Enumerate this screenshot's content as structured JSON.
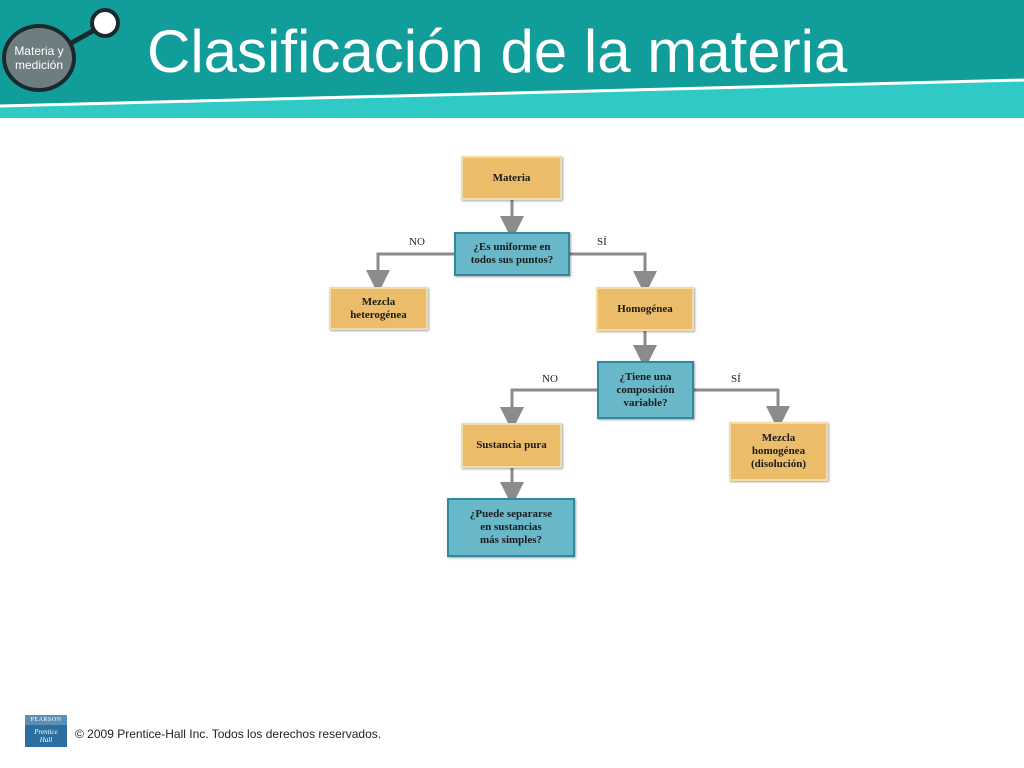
{
  "header": {
    "title": "Clasificación de la materia",
    "badge": "Materia y\nmedición",
    "colors": {
      "band": "#119d9a",
      "accent": "#2fc9c6"
    }
  },
  "diagram": {
    "nodes": {
      "materia": "Materia",
      "uniforme": "¿Es uniforme en\ntodos sus puntos?",
      "heterogenea": "Mezcla\nheterogénea",
      "homogenea": "Homogénea",
      "composicion": "¿Tiene una\ncomposición\nvariable?",
      "sustancia": "Sustancia pura",
      "disolucion": "Mezcla\nhomogénea\n(disolución)",
      "separarse": "¿Puede separarse\nen sustancias\nmás simples?"
    },
    "labels": {
      "no1": "NO",
      "si1": "SÍ",
      "no2": "NO",
      "si2": "SÍ"
    }
  },
  "footer": {
    "logo_top": "PEARSON",
    "logo_bottom": "Prentice\nHall",
    "copyright": "© 2009 Prentice-Hall Inc.  Todos los derechos reservados."
  }
}
